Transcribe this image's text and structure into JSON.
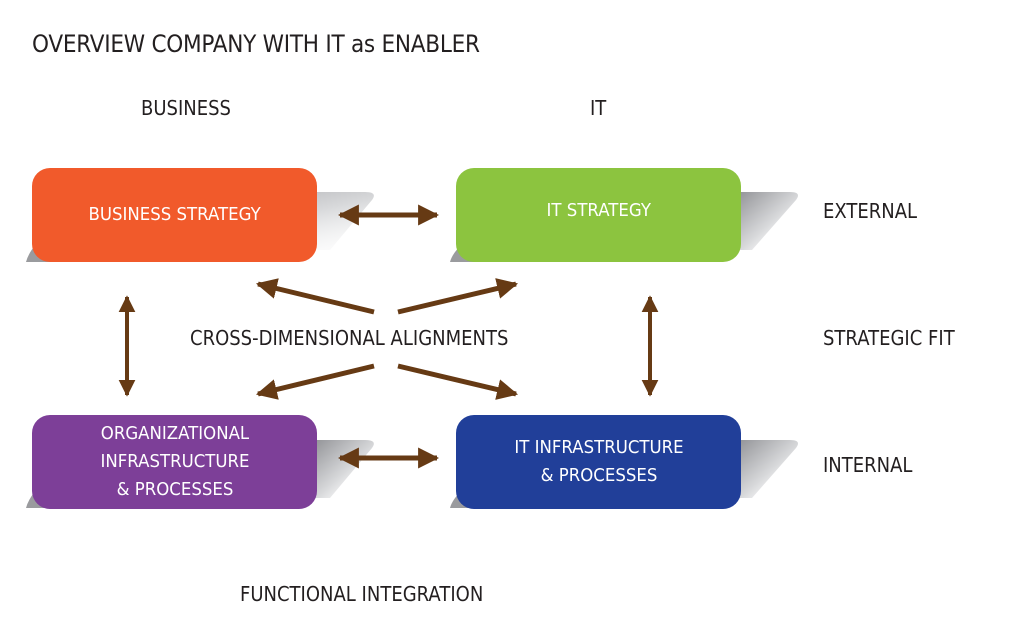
{
  "title": "OVERVIEW COMPANY WITH IT as ENABLER",
  "columns": {
    "business": "BUSINESS",
    "it": "IT"
  },
  "rows": {
    "external": "EXTERNAL",
    "strategic_fit": "STRATEGIC FIT",
    "internal": "INTERNAL"
  },
  "center_label": "CROSS-DIMENSIONAL ALIGNMENTS",
  "bottom_label": "FUNCTIONAL INTEGRATION",
  "boxes": {
    "business_strategy": {
      "label": "BUSINESS STRATEGY",
      "color": "#f15a2b"
    },
    "it_strategy": {
      "label": "IT STRATEGY",
      "color": "#8cc43f"
    },
    "org_infrastructure": {
      "label": "ORGANIZATIONAL\nINFRASTRUCTURE\n& PROCESSES",
      "color": "#7d3f98"
    },
    "it_infrastructure": {
      "label": "IT INFRASTRUCTURE\n& PROCESSES",
      "color": "#213f99"
    }
  },
  "colors": {
    "arrow": "#663a14",
    "text": "#231f20",
    "shadow": "#9a9b9e"
  }
}
